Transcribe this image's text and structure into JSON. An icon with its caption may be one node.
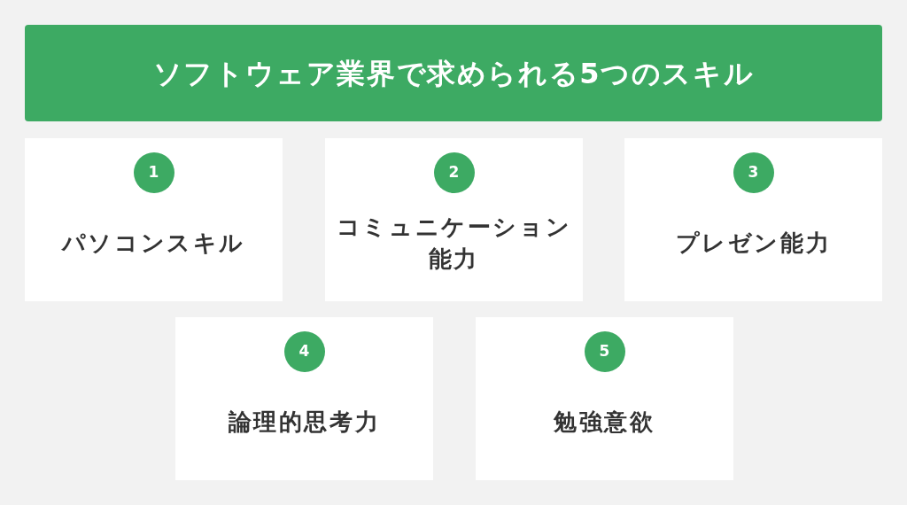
{
  "diagram": {
    "title": "ソフトウェア業界で求められる5つのスキル",
    "nodes": [
      {
        "text": [
          "パソコンスキル"
        ]
      },
      {
        "text": [
          "1"
        ],
        "in": 0
      },
      {
        "text": [
          "コミュニケーション能力"
        ]
      },
      {
        "text": [
          "2"
        ],
        "in": 2
      },
      {
        "text": [
          "プレゼン能力"
        ]
      },
      {
        "text": [
          "3"
        ],
        "in": 4
      },
      {
        "text": [
          "論理的思考力"
        ]
      },
      {
        "text": [
          "4"
        ],
        "in": 6
      },
      {
        "text": [
          "勉強意欲"
        ]
      },
      {
        "text": [
          "5"
        ],
        "in": 8
      }
    ]
  }
}
